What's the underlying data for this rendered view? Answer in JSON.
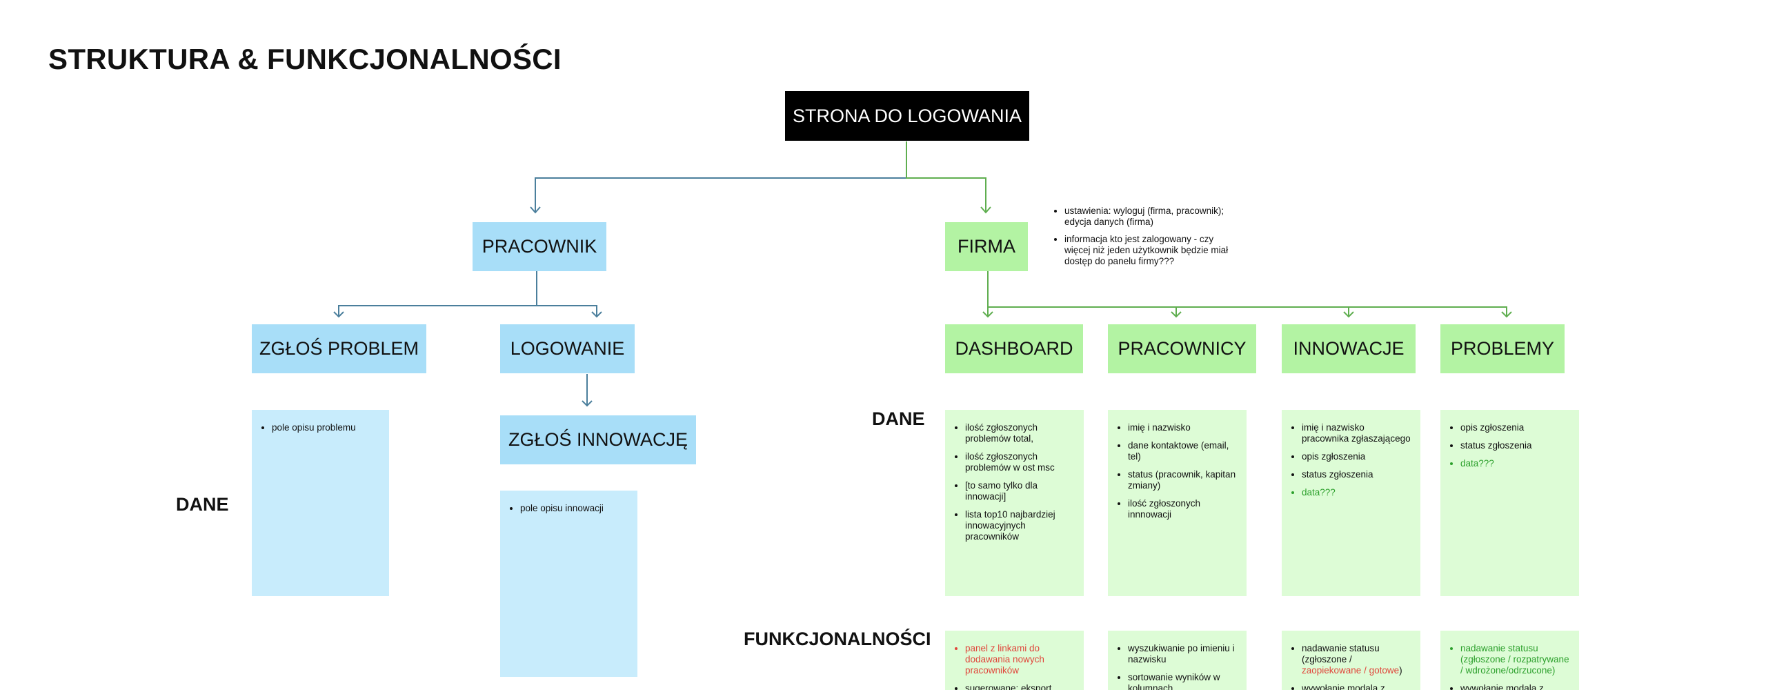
{
  "title": "STRUKTURA & FUNKCJONALNOŚCI",
  "colors": {
    "worker": "#a8def8",
    "company": "#b3f3a3",
    "root": "#000000",
    "link_worker": "#4b7f9c",
    "link_company": "#5fae4f"
  },
  "nodes": {
    "root": "STRONA DO LOGOWANIA",
    "worker": "PRACOWNIK",
    "company": "FIRMA",
    "report_problem": "ZGŁOŚ PROBLEM",
    "login": "LOGOWANIE",
    "report_innovation": "ZGŁOŚ INNOWACJĘ",
    "dashboard": "DASHBOARD",
    "employees": "PRACOWNICY",
    "innovations": "INNOWACJE",
    "problems": "PROBLEMY"
  },
  "labels": {
    "data_left": "DANE",
    "data_right": "DANE",
    "functions": "FUNKCJONALNOŚCI"
  },
  "company_notes": [
    "ustawienia: wyloguj (firma, pracownik); edycja danych (firma)",
    "informacja kto jest zalogowany - czy więcej niż jeden użytkownik będzie miał dostęp do panelu firmy???"
  ],
  "worker_data": {
    "report_problem": [
      "pole opisu problemu"
    ],
    "report_innovation": [
      "pole opisu innowacji"
    ]
  },
  "company_data": {
    "dashboard": [
      "ilość zgłoszonych problemów total,",
      "ilość zgłoszonych problemów w ost msc",
      "[to samo tylko dla innowacji]",
      "lista top10 najbardziej innowacyjnych pracowników"
    ],
    "employees": [
      "imię i nazwisko",
      "dane kontaktowe (email, tel)",
      "status (pracownik, kapitan zmiany)",
      "ilość zgłoszonych innnowacji"
    ],
    "innovations": [
      "imię i nazwisko pracownika zgłaszającego",
      "opis zgłoszenia",
      "status zgłoszenia",
      "data???"
    ],
    "problems": [
      "opis zgłoszenia",
      "status zgłoszenia",
      "data???"
    ]
  },
  "company_functions": {
    "dashboard": [
      "panel z linkami do dodawania nowych pracowników",
      "sugerowane: eksport"
    ],
    "employees": [
      "wyszukiwanie po imieniu i nazwisku",
      "sortowanie wyników w kolumnach"
    ],
    "innovations": {
      "status_prefix": "nadawanie statusu (zgłoszone / ",
      "status_highlight": "zaopiekowane / gotowe",
      "status_suffix": ")",
      "modal": "wywołanie modala z"
    },
    "problems": [
      "nadawanie statusu (zgłoszone / rozpatrywane / wdrożone/odrzucone)",
      "wywołanie modala z"
    ]
  }
}
